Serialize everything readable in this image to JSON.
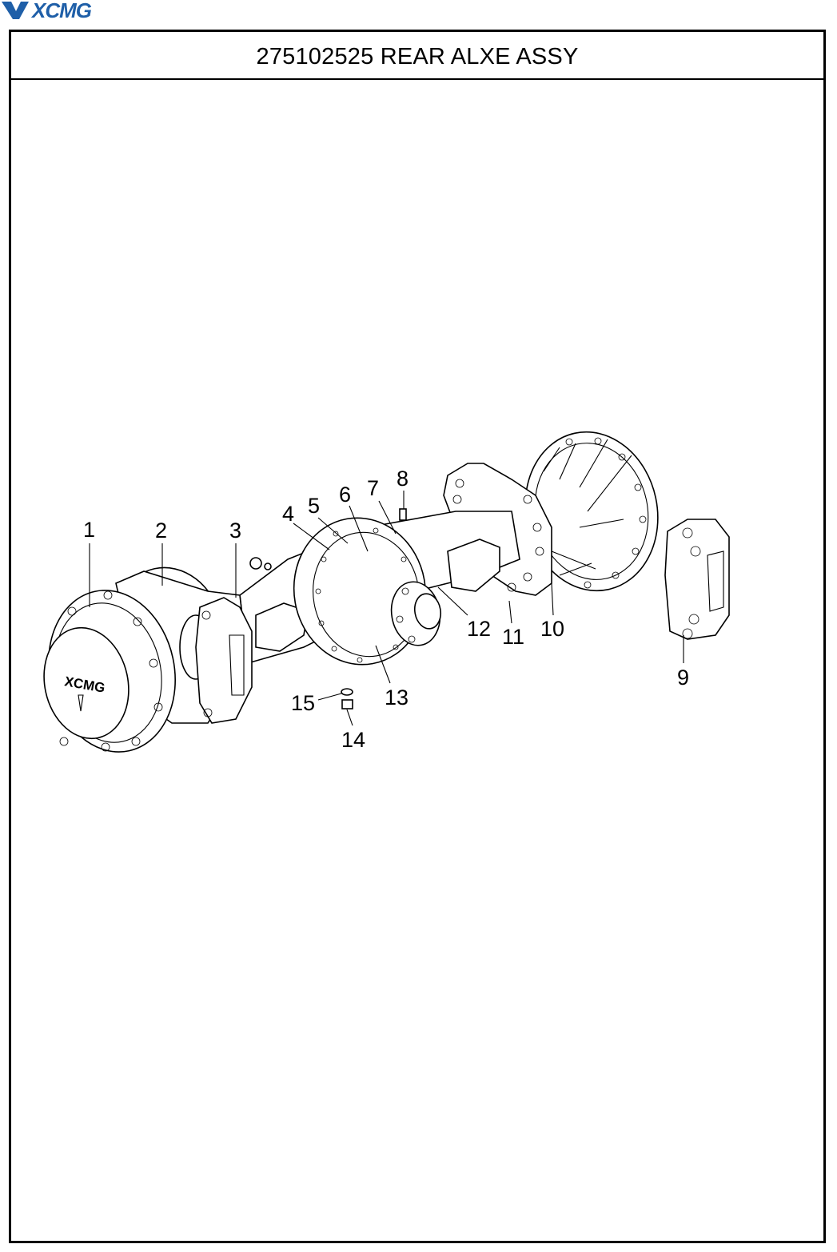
{
  "brand": {
    "name": "XCMG",
    "color": "#1f5fa8"
  },
  "title": "275102525 REAR ALXE ASSY",
  "hub_logo_text": "XCMG",
  "callouts": [
    {
      "n": "1"
    },
    {
      "n": "2"
    },
    {
      "n": "3"
    },
    {
      "n": "4"
    },
    {
      "n": "5"
    },
    {
      "n": "6"
    },
    {
      "n": "7"
    },
    {
      "n": "8"
    },
    {
      "n": "9"
    },
    {
      "n": "10"
    },
    {
      "n": "11"
    },
    {
      "n": "12"
    },
    {
      "n": "13"
    },
    {
      "n": "14"
    },
    {
      "n": "15"
    }
  ]
}
